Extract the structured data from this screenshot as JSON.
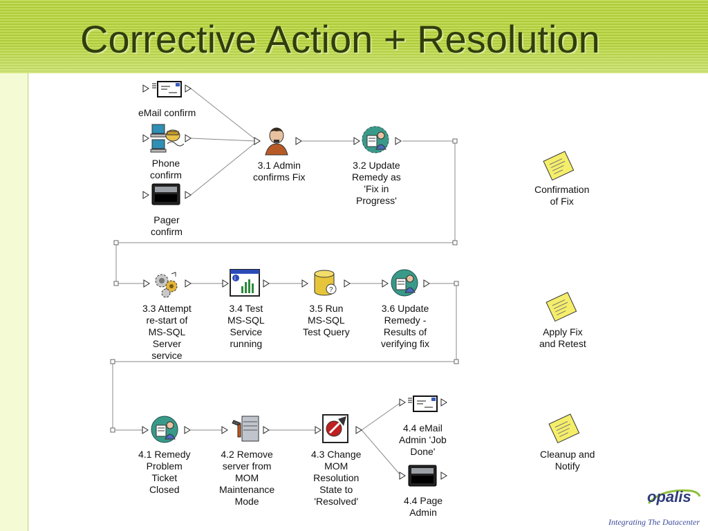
{
  "title": "Corrective Action + Resolution",
  "stage1": {
    "email_confirm": "eMail confirm",
    "phone_confirm": [
      "Phone",
      "confirm"
    ],
    "pager_confirm": [
      "Pager",
      "confirm"
    ],
    "admin_confirms": [
      "3.1 Admin",
      "confirms Fix"
    ],
    "update_remedy": [
      "3.2 Update",
      "Remedy as",
      "'Fix in",
      "Progress'"
    ]
  },
  "stage2": {
    "attempt_restart": [
      "3.3 Attempt",
      "re-start of",
      "MS-SQL",
      "Server",
      "service"
    ],
    "test_mssql": [
      "3.4 Test",
      "MS-SQL",
      "Service",
      "running"
    ],
    "run_query": [
      "3.5 Run",
      "MS-SQL",
      "Test Query"
    ],
    "update_results": [
      "3.6 Update",
      "Remedy -",
      "Results of",
      "verifying fix"
    ]
  },
  "stage3": {
    "remedy_closed": [
      "4.1 Remedy",
      "Problem",
      "Ticket",
      "Closed"
    ],
    "remove_server": [
      "4.2 Remove",
      "server from",
      "MOM",
      "Maintenance",
      "Mode"
    ],
    "change_mom": [
      "4.3 Change",
      "MOM",
      "Resolution",
      "State to",
      "'Resolved'"
    ],
    "email_admin": [
      "4.4 eMail",
      "Admin 'Job",
      "Done'"
    ],
    "page_admin": [
      "4.4 Page",
      "Admin"
    ]
  },
  "phases": [
    [
      "Confirmation",
      "of Fix"
    ],
    [
      "Apply Fix",
      "and Retest"
    ],
    [
      "Cleanup and",
      "Notify"
    ]
  ],
  "logo": "opalis",
  "tagline": "Integrating The Datacenter",
  "colors": {
    "header": "#b5d147",
    "title": "#2f3e0d",
    "sticky_note": "#f5ee6a",
    "logo": "#2e3c7a"
  }
}
